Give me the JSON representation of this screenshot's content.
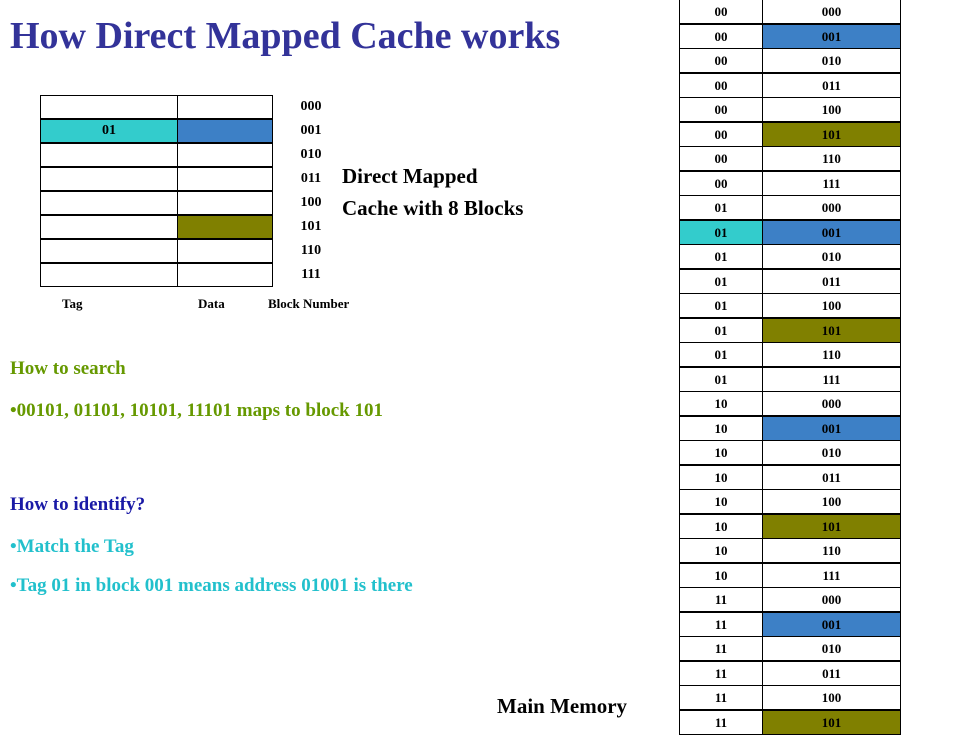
{
  "title": "How Direct Mapped Cache works",
  "colors": {
    "cyan": "#33cccc",
    "blue": "#3d80c6",
    "olive": "#808000",
    "white": "#ffffff"
  },
  "cache": {
    "rows": [
      {
        "tag": "",
        "tag_color": "white",
        "data_color": "white",
        "block": "000"
      },
      {
        "tag": "01",
        "tag_color": "cyan",
        "data_color": "blue",
        "block": "001"
      },
      {
        "tag": "",
        "tag_color": "white",
        "data_color": "white",
        "block": "010"
      },
      {
        "tag": "",
        "tag_color": "white",
        "data_color": "white",
        "block": "011"
      },
      {
        "tag": "",
        "tag_color": "white",
        "data_color": "white",
        "block": "100"
      },
      {
        "tag": "",
        "tag_color": "white",
        "data_color": "olive",
        "block": "101"
      },
      {
        "tag": "",
        "tag_color": "white",
        "data_color": "white",
        "block": "110"
      },
      {
        "tag": "",
        "tag_color": "white",
        "data_color": "white",
        "block": "111"
      }
    ],
    "labels": {
      "tag": "Tag",
      "data": "Data",
      "block": "Block Number"
    },
    "caption_line1": "Direct Mapped",
    "caption_line2": "Cache with 8 Blocks"
  },
  "text": {
    "search_heading": "How to search",
    "search_bullet": "•00101, 01101, 10101, 11101 maps to block 101",
    "identify_heading": "How to identify?",
    "identify_bullet1": "•Match the Tag",
    "identify_bullet2": "•Tag 01 in block 001 means address 01001 is there"
  },
  "memory": {
    "label": "Main Memory",
    "rows": [
      {
        "tag": "00",
        "addr": "000",
        "tag_color": "white",
        "addr_color": "white"
      },
      {
        "tag": "00",
        "addr": "001",
        "tag_color": "white",
        "addr_color": "blue"
      },
      {
        "tag": "00",
        "addr": "010",
        "tag_color": "white",
        "addr_color": "white"
      },
      {
        "tag": "00",
        "addr": "011",
        "tag_color": "white",
        "addr_color": "white"
      },
      {
        "tag": "00",
        "addr": "100",
        "tag_color": "white",
        "addr_color": "white"
      },
      {
        "tag": "00",
        "addr": "101",
        "tag_color": "white",
        "addr_color": "olive"
      },
      {
        "tag": "00",
        "addr": "110",
        "tag_color": "white",
        "addr_color": "white"
      },
      {
        "tag": "00",
        "addr": "111",
        "tag_color": "white",
        "addr_color": "white"
      },
      {
        "tag": "01",
        "addr": "000",
        "tag_color": "white",
        "addr_color": "white"
      },
      {
        "tag": "01",
        "addr": "001",
        "tag_color": "cyan",
        "addr_color": "blue"
      },
      {
        "tag": "01",
        "addr": "010",
        "tag_color": "white",
        "addr_color": "white"
      },
      {
        "tag": "01",
        "addr": "011",
        "tag_color": "white",
        "addr_color": "white"
      },
      {
        "tag": "01",
        "addr": "100",
        "tag_color": "white",
        "addr_color": "white"
      },
      {
        "tag": "01",
        "addr": "101",
        "tag_color": "white",
        "addr_color": "olive"
      },
      {
        "tag": "01",
        "addr": "110",
        "tag_color": "white",
        "addr_color": "white"
      },
      {
        "tag": "01",
        "addr": "111",
        "tag_color": "white",
        "addr_color": "white"
      },
      {
        "tag": "10",
        "addr": "000",
        "tag_color": "white",
        "addr_color": "white"
      },
      {
        "tag": "10",
        "addr": "001",
        "tag_color": "white",
        "addr_color": "blue"
      },
      {
        "tag": "10",
        "addr": "010",
        "tag_color": "white",
        "addr_color": "white"
      },
      {
        "tag": "10",
        "addr": "011",
        "tag_color": "white",
        "addr_color": "white"
      },
      {
        "tag": "10",
        "addr": "100",
        "tag_color": "white",
        "addr_color": "white"
      },
      {
        "tag": "10",
        "addr": "101",
        "tag_color": "white",
        "addr_color": "olive"
      },
      {
        "tag": "10",
        "addr": "110",
        "tag_color": "white",
        "addr_color": "white"
      },
      {
        "tag": "10",
        "addr": "111",
        "tag_color": "white",
        "addr_color": "white"
      },
      {
        "tag": "11",
        "addr": "000",
        "tag_color": "white",
        "addr_color": "white"
      },
      {
        "tag": "11",
        "addr": "001",
        "tag_color": "white",
        "addr_color": "blue"
      },
      {
        "tag": "11",
        "addr": "010",
        "tag_color": "white",
        "addr_color": "white"
      },
      {
        "tag": "11",
        "addr": "011",
        "tag_color": "white",
        "addr_color": "white"
      },
      {
        "tag": "11",
        "addr": "100",
        "tag_color": "white",
        "addr_color": "white"
      },
      {
        "tag": "11",
        "addr": "101",
        "tag_color": "white",
        "addr_color": "olive"
      }
    ]
  }
}
